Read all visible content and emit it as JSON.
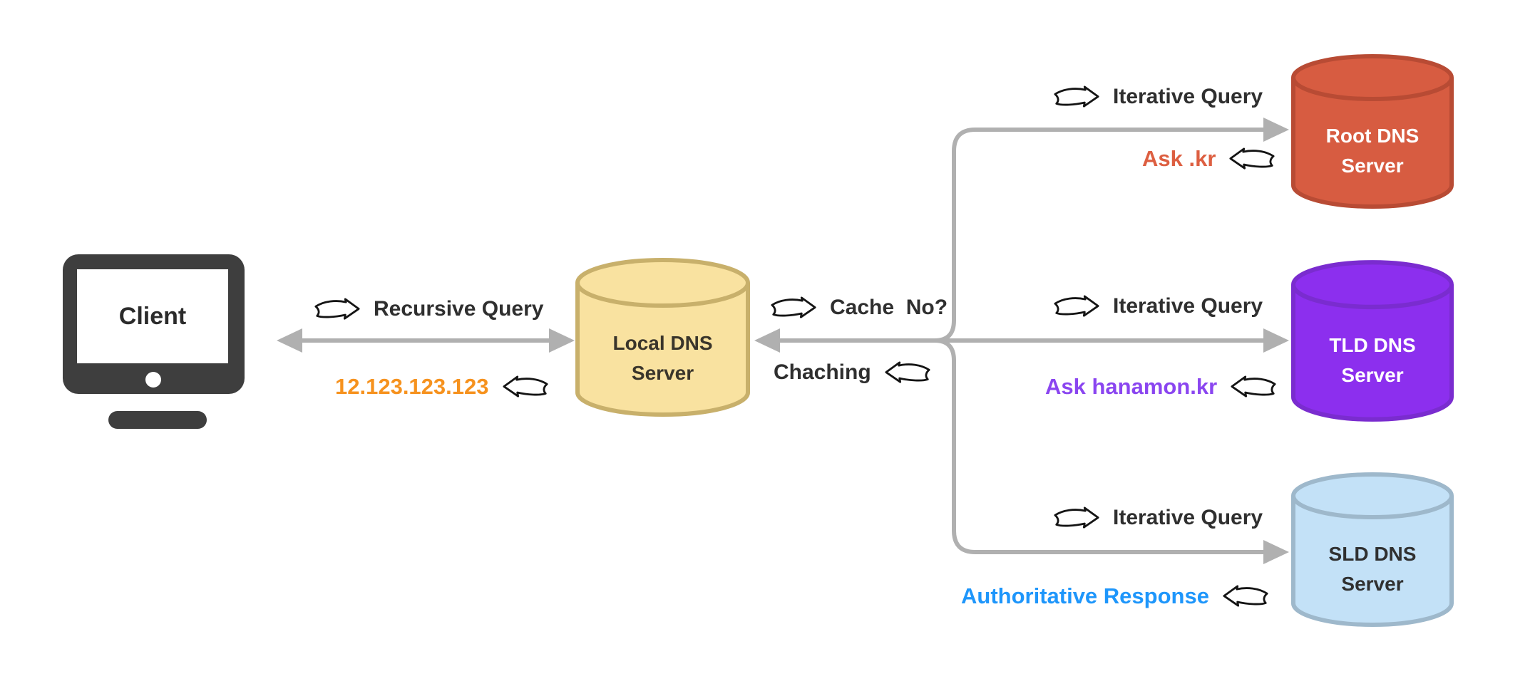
{
  "diagram": {
    "background": "#FFFFFF",
    "connector_color": "#B0B0B0",
    "client": {
      "label": "Client"
    },
    "servers": {
      "local": {
        "name_line1": "Local DNS",
        "name_line2": "Server",
        "fill": "#F9E2A0",
        "border": "#C8B06B",
        "text_color": "#3A352B"
      },
      "root": {
        "name_line1": "Root DNS",
        "name_line2": "Server",
        "fill": "#D75C41",
        "border": "#B84B34",
        "text_color": "#FFFFFF"
      },
      "tld": {
        "name_line1": "TLD DNS",
        "name_line2": "Server",
        "fill": "#8C2FEE",
        "border": "#7A2CCF",
        "text_color": "#FFFFFF"
      },
      "sld": {
        "name_line1": "SLD DNS",
        "name_line2": "Server",
        "fill": "#C3E1F7",
        "border": "#9EB8CB",
        "text_color": "#303030"
      }
    },
    "edges": {
      "client_local": {
        "query": "Recursive Query",
        "response": "12.123.123.123",
        "response_color": "#F6921E"
      },
      "local_cache": {
        "query": "Cache  No?",
        "response": "Chaching"
      },
      "local_root": {
        "query": "Iterative Query",
        "response": "Ask .kr",
        "response_color": "#DD5F41"
      },
      "local_tld": {
        "query": "Iterative Query",
        "response": "Ask hanamon.kr",
        "response_color": "#8A45F0"
      },
      "local_sld": {
        "query": "Iterative Query",
        "response": "Authoritative Response",
        "response_color": "#1E96FB"
      }
    }
  }
}
